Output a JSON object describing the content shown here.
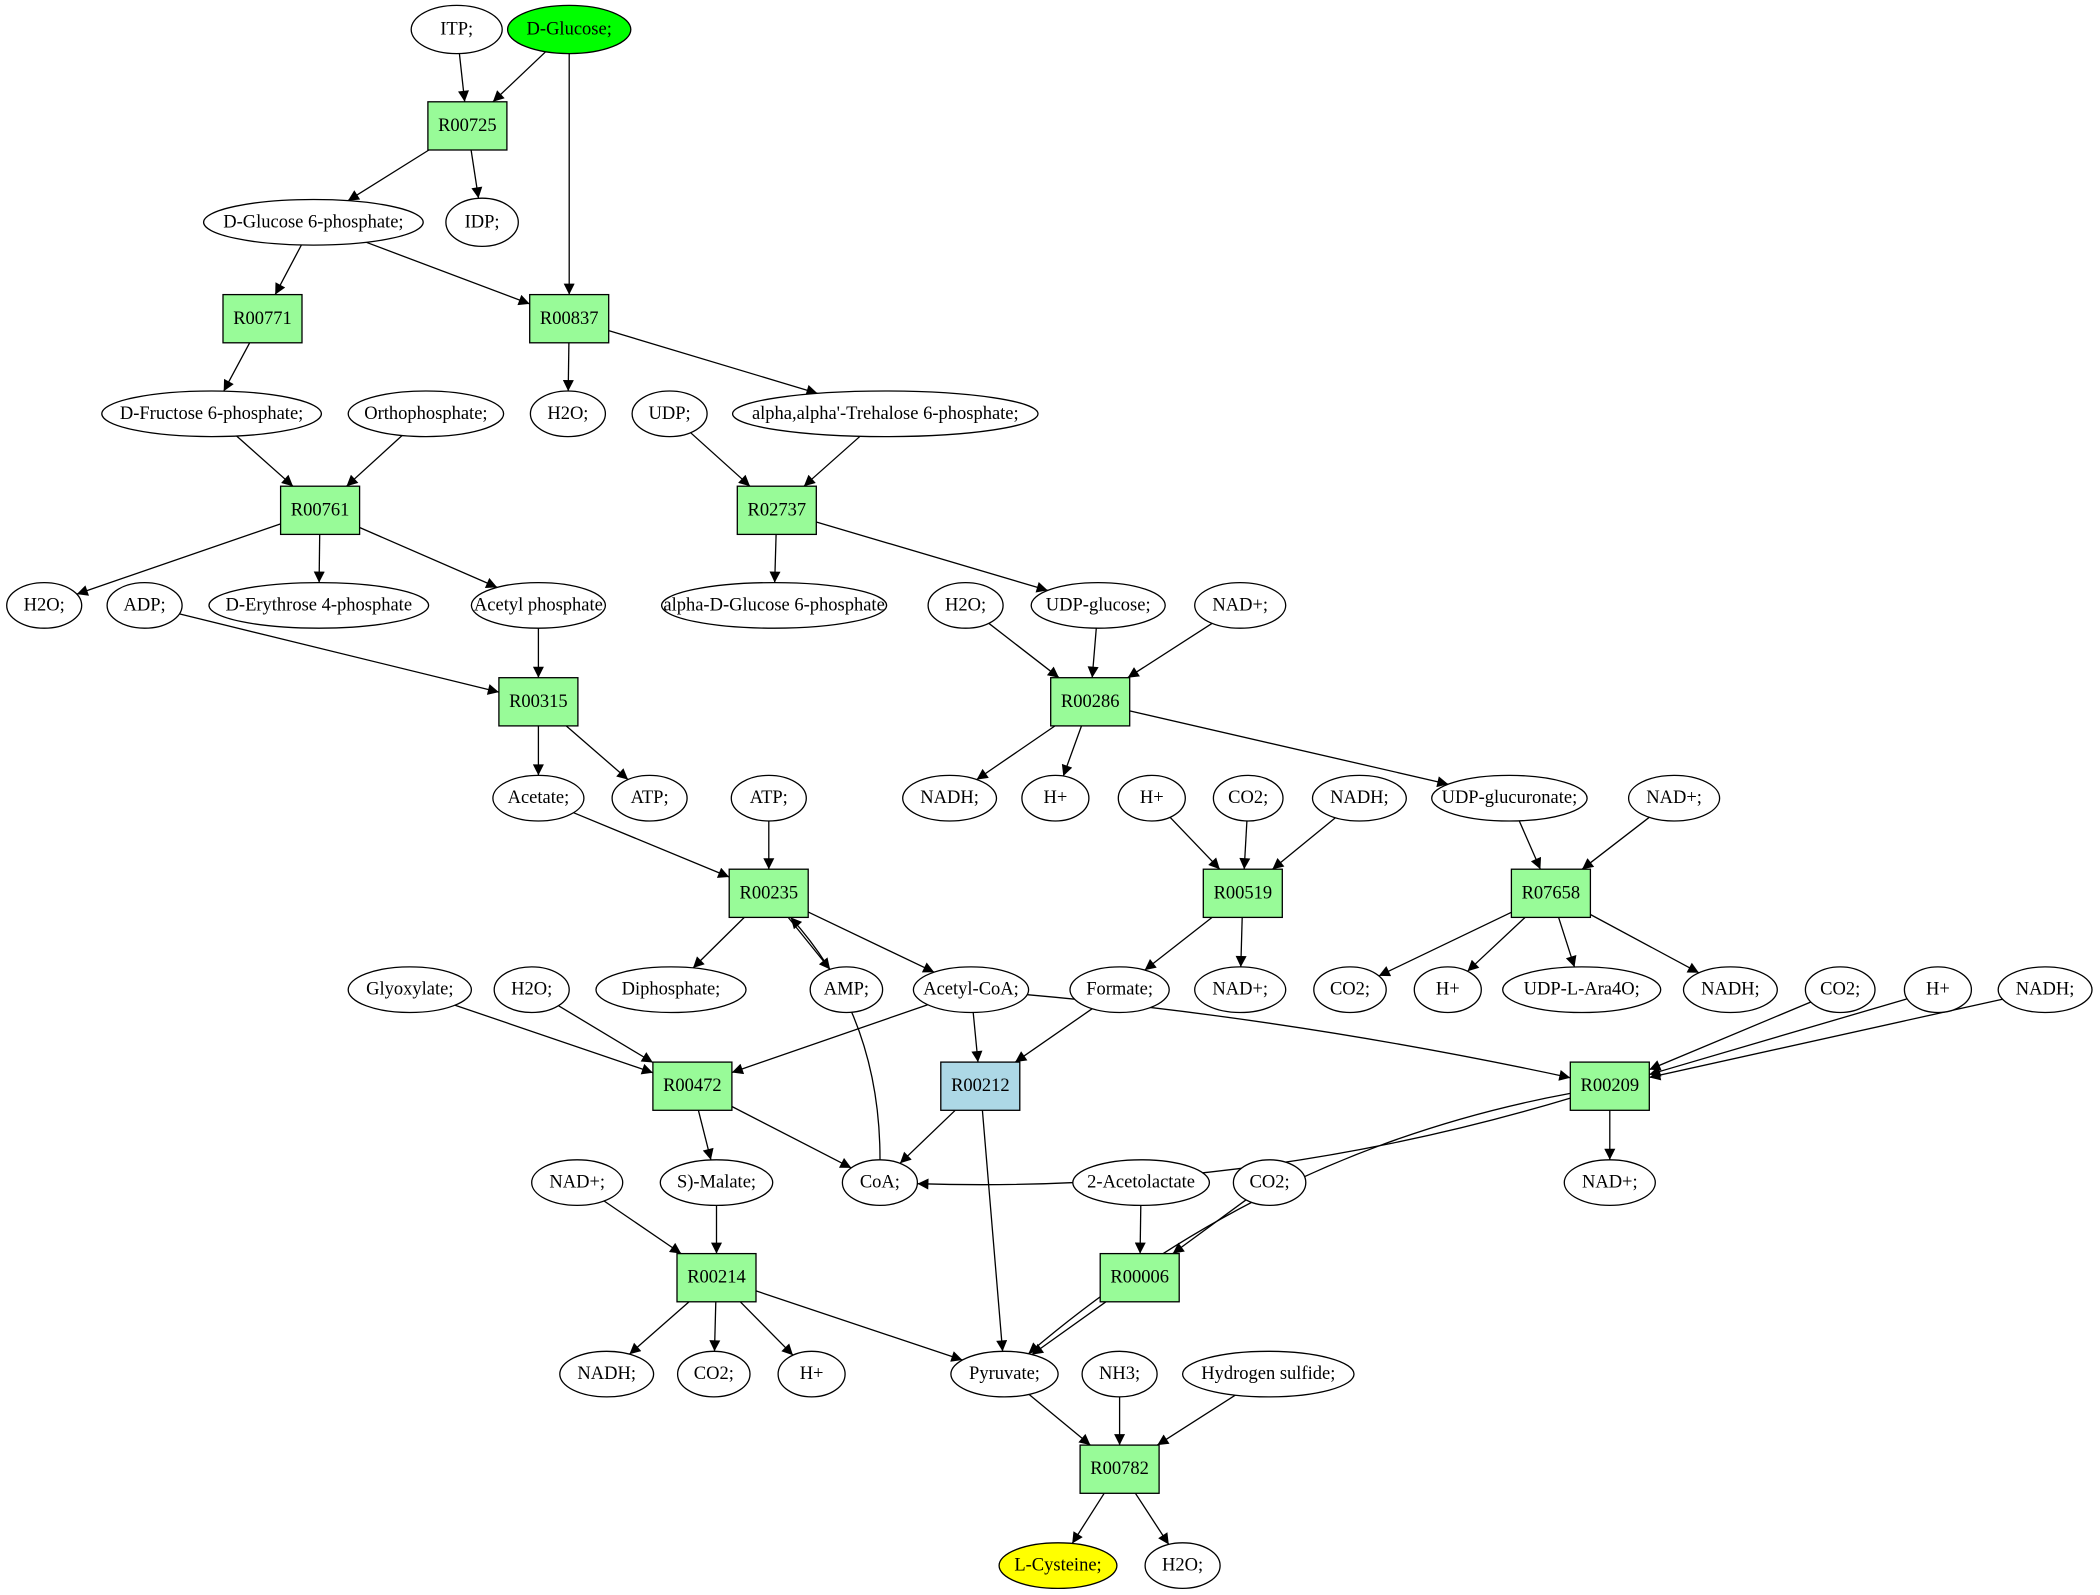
{
  "colors": {
    "compound": "#ffffff",
    "reaction": "#98fb98",
    "reaction_highlight": "#add8e6",
    "source": "#00ff00",
    "target": "#ffff00"
  },
  "compounds": [
    {
      "id": "c_itp",
      "label": "ITP;"
    },
    {
      "id": "c_dglucose",
      "label": "D-Glucose;",
      "fill": "source"
    },
    {
      "id": "c_g6p",
      "label": "D-Glucose 6-phosphate;"
    },
    {
      "id": "c_idp",
      "label": "IDP;"
    },
    {
      "id": "c_f6p",
      "label": "D-Fructose 6-phosphate;"
    },
    {
      "id": "c_ortho",
      "label": "Orthophosphate;"
    },
    {
      "id": "c_h2o_1",
      "label": "H2O;"
    },
    {
      "id": "c_udp",
      "label": "UDP;"
    },
    {
      "id": "c_t6p",
      "label": "alpha,alpha'-Trehalose 6-phosphate;"
    },
    {
      "id": "c_h2o_2",
      "label": "H2O;"
    },
    {
      "id": "c_adp",
      "label": "ADP;"
    },
    {
      "id": "c_e4p",
      "label": "D-Erythrose 4-phosphate"
    },
    {
      "id": "c_acp",
      "label": "Acetyl phosphate"
    },
    {
      "id": "c_adg6p",
      "label": "alpha-D-Glucose 6-phosphate"
    },
    {
      "id": "c_h2o_3",
      "label": "H2O;"
    },
    {
      "id": "c_udpglc",
      "label": "UDP-glucose;"
    },
    {
      "id": "c_nad_1",
      "label": "NAD+;"
    },
    {
      "id": "c_acetate",
      "label": "Acetate;"
    },
    {
      "id": "c_atp_1",
      "label": "ATP;"
    },
    {
      "id": "c_atp_2",
      "label": "ATP;"
    },
    {
      "id": "c_nadh_1",
      "label": "NADH;"
    },
    {
      "id": "c_hp_1",
      "label": "H+"
    },
    {
      "id": "c_hp_2",
      "label": "H+"
    },
    {
      "id": "c_co2_1",
      "label": "CO2;"
    },
    {
      "id": "c_nadh_2",
      "label": "NADH;"
    },
    {
      "id": "c_udpgluc",
      "label": "UDP-glucuronate;"
    },
    {
      "id": "c_nad_2",
      "label": "NAD+;"
    },
    {
      "id": "c_glyox",
      "label": "Glyoxylate;"
    },
    {
      "id": "c_h2o_4",
      "label": "H2O;"
    },
    {
      "id": "c_diphos",
      "label": "Diphosphate;"
    },
    {
      "id": "c_amp",
      "label": "AMP;"
    },
    {
      "id": "c_acoa",
      "label": "Acetyl-CoA;"
    },
    {
      "id": "c_formate",
      "label": "Formate;"
    },
    {
      "id": "c_nad_3",
      "label": "NAD+;"
    },
    {
      "id": "c_co2_2",
      "label": "CO2;"
    },
    {
      "id": "c_hp_3",
      "label": "H+"
    },
    {
      "id": "c_udpara",
      "label": "UDP-L-Ara4O;"
    },
    {
      "id": "c_nadh_3",
      "label": "NADH;"
    },
    {
      "id": "c_co2_3",
      "label": "CO2;"
    },
    {
      "id": "c_hp_4",
      "label": "H+"
    },
    {
      "id": "c_nadh_4",
      "label": "NADH;"
    },
    {
      "id": "c_nad_4",
      "label": "NAD+;"
    },
    {
      "id": "c_smalate",
      "label": "S)-Malate;"
    },
    {
      "id": "c_coa",
      "label": "CoA;"
    },
    {
      "id": "c_nad_5",
      "label": "NAD+;"
    },
    {
      "id": "c_nad_6",
      "label": "NAD+;"
    },
    {
      "id": "c_acetolac",
      "label": "2-Acetolactate"
    },
    {
      "id": "c_co2_4",
      "label": "CO2;"
    },
    {
      "id": "c_nadh_5",
      "label": "NADH;"
    },
    {
      "id": "c_co2_5",
      "label": "CO2;"
    },
    {
      "id": "c_hp_5",
      "label": "H+"
    },
    {
      "id": "c_pyruvate",
      "label": "Pyruvate;"
    },
    {
      "id": "c_nh3",
      "label": "NH3;"
    },
    {
      "id": "c_h2s",
      "label": "Hydrogen sulfide;"
    },
    {
      "id": "c_lcys",
      "label": "L-Cysteine;",
      "fill": "target"
    },
    {
      "id": "c_h2o_5",
      "label": "H2O;"
    }
  ],
  "reactions": [
    {
      "id": "r_R00725",
      "label": "R00725"
    },
    {
      "id": "r_R00771",
      "label": "R00771"
    },
    {
      "id": "r_R00837",
      "label": "R00837"
    },
    {
      "id": "r_R00761",
      "label": "R00761"
    },
    {
      "id": "r_R02737",
      "label": "R02737"
    },
    {
      "id": "r_R00315",
      "label": "R00315"
    },
    {
      "id": "r_R00286",
      "label": "R00286"
    },
    {
      "id": "r_R00235",
      "label": "R00235"
    },
    {
      "id": "r_R00519",
      "label": "R00519"
    },
    {
      "id": "r_R07658",
      "label": "R07658"
    },
    {
      "id": "r_R00472",
      "label": "R00472"
    },
    {
      "id": "r_R00212",
      "label": "R00212",
      "fill": "reaction_highlight"
    },
    {
      "id": "r_R00209",
      "label": "R00209"
    },
    {
      "id": "r_R00214",
      "label": "R00214"
    },
    {
      "id": "r_R00006",
      "label": "R00006"
    },
    {
      "id": "r_R00782",
      "label": "R00782"
    }
  ],
  "edges": [
    [
      "c_itp",
      "r_R00725"
    ],
    [
      "c_dglucose",
      "r_R00725"
    ],
    [
      "r_R00725",
      "c_g6p"
    ],
    [
      "r_R00725",
      "c_idp"
    ],
    [
      "c_dglucose",
      "r_R00837"
    ],
    [
      "c_g6p",
      "r_R00771"
    ],
    [
      "c_g6p",
      "r_R00837"
    ],
    [
      "r_R00771",
      "c_f6p"
    ],
    [
      "r_R00837",
      "c_h2o_2"
    ],
    [
      "r_R00837",
      "c_t6p"
    ],
    [
      "c_f6p",
      "r_R00761"
    ],
    [
      "c_ortho",
      "r_R00761"
    ],
    [
      "c_udp",
      "r_R02737"
    ],
    [
      "c_t6p",
      "r_R02737"
    ],
    [
      "r_R00761",
      "c_h2o_1"
    ],
    [
      "r_R00761",
      "c_e4p"
    ],
    [
      "r_R00761",
      "c_acp"
    ],
    [
      "r_R02737",
      "c_adg6p"
    ],
    [
      "r_R02737",
      "c_udpglc"
    ],
    [
      "c_adp",
      "r_R00315"
    ],
    [
      "c_acp",
      "r_R00315"
    ],
    [
      "c_h2o_3",
      "r_R00286"
    ],
    [
      "c_udpglc",
      "r_R00286"
    ],
    [
      "c_nad_1",
      "r_R00286"
    ],
    [
      "r_R00315",
      "c_acetate"
    ],
    [
      "r_R00315",
      "c_atp_1"
    ],
    [
      "r_R00286",
      "c_nadh_1"
    ],
    [
      "r_R00286",
      "c_hp_1"
    ],
    [
      "r_R00286",
      "c_udpgluc"
    ],
    [
      "c_acetate",
      "r_R00235"
    ],
    [
      "c_atp_2",
      "r_R00235"
    ],
    [
      "c_hp_2",
      "r_R00519"
    ],
    [
      "c_co2_1",
      "r_R00519"
    ],
    [
      "c_nadh_2",
      "r_R00519"
    ],
    [
      "c_udpgluc",
      "r_R07658"
    ],
    [
      "c_nad_2",
      "r_R07658"
    ],
    [
      "r_R00235",
      "c_diphos"
    ],
    [
      "r_R00235",
      "c_amp"
    ],
    [
      "r_R00235",
      "c_acoa"
    ],
    [
      "r_R00519",
      "c_formate"
    ],
    [
      "r_R00519",
      "c_nad_3"
    ],
    [
      "r_R07658",
      "c_co2_2"
    ],
    [
      "r_R07658",
      "c_hp_3"
    ],
    [
      "r_R07658",
      "c_udpara"
    ],
    [
      "r_R07658",
      "c_nadh_3"
    ],
    [
      "c_glyox",
      "r_R00472"
    ],
    [
      "c_h2o_4",
      "r_R00472"
    ],
    [
      "c_acoa",
      "r_R00472"
    ],
    [
      "c_acoa",
      "r_R00212"
    ],
    [
      "c_formate",
      "r_R00212"
    ],
    [
      "c_acoa",
      "r_R00209"
    ],
    [
      "c_co2_3",
      "r_R00209"
    ],
    [
      "c_hp_4",
      "r_R00209"
    ],
    [
      "c_nadh_4",
      "r_R00209"
    ],
    [
      "r_R00472",
      "c_smalate"
    ],
    [
      "r_R00472",
      "c_coa"
    ],
    [
      "r_R00212",
      "c_coa"
    ],
    [
      "c_coa",
      "r_R00235"
    ],
    [
      "r_R00209",
      "c_coa"
    ],
    [
      "r_R00209",
      "c_nad_4"
    ],
    [
      "r_R00209",
      "c_pyruvate"
    ],
    [
      "r_R00212",
      "c_pyruvate"
    ],
    [
      "c_nad_5",
      "r_R00214"
    ],
    [
      "c_smalate",
      "r_R00214"
    ],
    [
      "c_acetolac",
      "r_R00006"
    ],
    [
      "c_co2_4",
      "r_R00006"
    ],
    [
      "r_R00214",
      "c_nadh_5"
    ],
    [
      "r_R00214",
      "c_co2_5"
    ],
    [
      "r_R00214",
      "c_hp_5"
    ],
    [
      "r_R00214",
      "c_pyruvate"
    ],
    [
      "r_R00006",
      "c_pyruvate"
    ],
    [
      "c_pyruvate",
      "r_R00782"
    ],
    [
      "c_nh3",
      "r_R00782"
    ],
    [
      "c_h2s",
      "r_R00782"
    ],
    [
      "r_R00782",
      "c_lcys"
    ],
    [
      "r_R00782",
      "c_h2o_5"
    ]
  ]
}
